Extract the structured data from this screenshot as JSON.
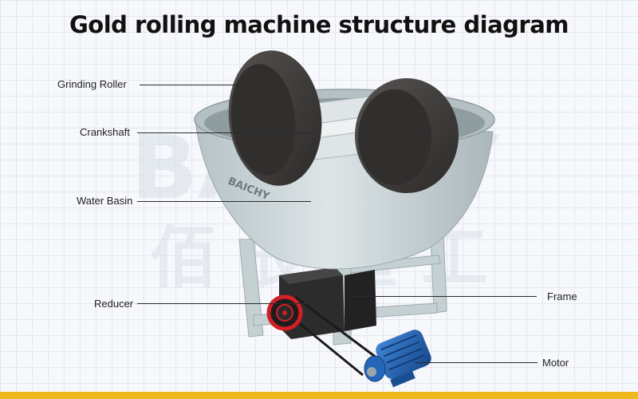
{
  "title": "Gold rolling machine structure diagram",
  "watermark": {
    "latin": "BAICHY",
    "cjk": "佰 辰 重 工"
  },
  "brand_plate": "BAICHY",
  "labels": {
    "grinding_roller": "Grinding Roller",
    "crankshaft": "Crankshaft",
    "water_basin": "Water Basin",
    "reducer": "Reducer",
    "frame": "Frame",
    "motor": "Motor"
  },
  "colors": {
    "basin": "#c9d3d6",
    "roller": "#3e3c3b",
    "frame": "#c5d0d3",
    "reducer": "#2c2c2c",
    "pulley_red": "#d11f26",
    "motor_blue": "#1f5fb0",
    "accent_bar": "#f0b81f"
  }
}
